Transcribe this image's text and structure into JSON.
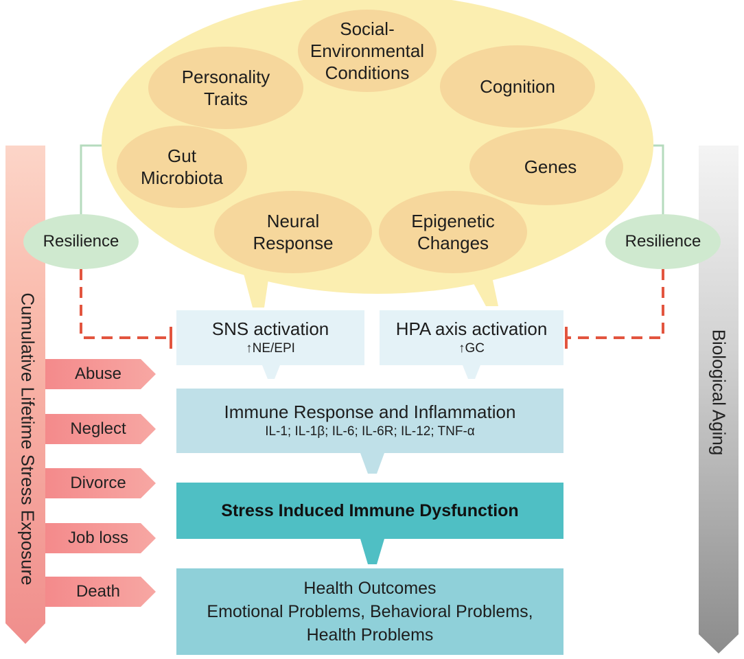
{
  "factors": [
    "Social-\nEnvironmental\nConditions",
    "Personality\nTraits",
    "Cognition",
    "Gut\nMicrobiota",
    "Genes",
    "Neural\nResponse",
    "Epigenetic\nChanges"
  ],
  "resilience": [
    "Resilience",
    "Resilience"
  ],
  "sns": {
    "title": "SNS activation",
    "sub": "↑NE/EPI"
  },
  "hpa": {
    "title": "HPA axis activation",
    "sub": "↑GC"
  },
  "immune": {
    "title": "Immune Response and Inflammation",
    "sub": "IL-1; IL-1β; IL-6; IL-6R; IL-12; TNF-α"
  },
  "dysfunction": {
    "title": "Stress Induced Immune Dysfunction"
  },
  "outcomes": {
    "title": "Health Outcomes",
    "lines": [
      "Emotional Problems, Behavioral Problems,",
      "Health Problems"
    ]
  },
  "stressors": [
    "Abuse",
    "Neglect",
    "Divorce",
    "Job loss",
    "Death"
  ],
  "left_axis_label": "Cumulative Lifetime Stress Exposure",
  "right_axis_label": "Biological Aging",
  "colors": {
    "ellipse": "#fbeeb0",
    "inner_ellipse": "#f6d79c",
    "resilience": "#cfe9cf",
    "inhibit_line": "#e2553f",
    "light_box": "#e4f2f7",
    "mid_box": "#bfe0e8",
    "dark_box": "#4fbfc4",
    "outcome_box": "#8fd0d9",
    "stressor": "#f48b8c"
  }
}
